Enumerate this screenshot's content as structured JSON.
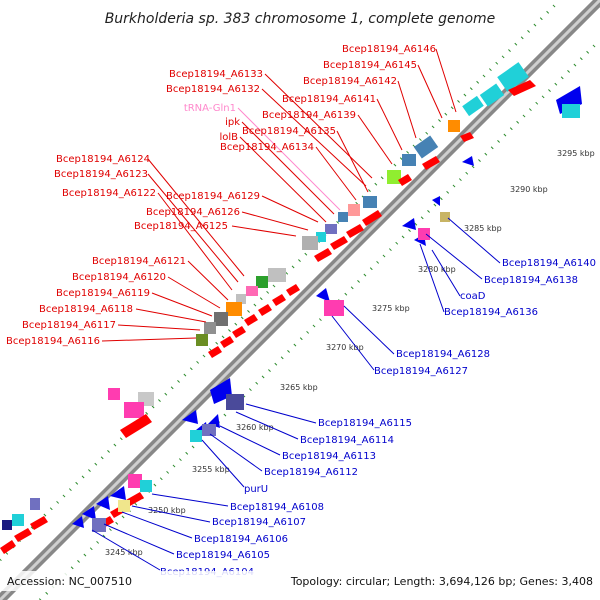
{
  "title": "Burkholderia sp. 383 chromosome 1, complete genome",
  "footer": {
    "accession": "Accession: NC_007510",
    "topology": "Topology: circular; Length: 3,694,126 bp; Genes: 3,408"
  },
  "colors": {
    "forward_label": "#e00000",
    "reverse_label": "#0000cc",
    "trna_label": "#ff88cc",
    "axis": "#888888",
    "dots": "#2a8a2a"
  },
  "kbp_ticks": [
    "3245 kbp",
    "3250 kbp",
    "3255 kbp",
    "3260 kbp",
    "3265 kbp",
    "3270 kbp",
    "3275 kbp",
    "3280 kbp",
    "3285 kbp",
    "3290 kbp",
    "3295 kbp"
  ],
  "forward_labels": [
    "Bcep18194_A6146",
    "Bcep18194_A6145",
    "Bcep18194_A6142",
    "Bcep18194_A6133",
    "Bcep18194_A6132",
    "Bcep18194_A6141",
    "Bcep18194_A6139",
    "tRNA-Gln1",
    "ipk",
    "Bcep18194_A6135",
    "lolB",
    "Bcep18194_A6134",
    "Bcep18194_A6124",
    "Bcep18194_A6123",
    "Bcep18194_A6122",
    "Bcep18194_A6129",
    "Bcep18194_A6126",
    "Bcep18194_A6125",
    "Bcep18194_A6121",
    "Bcep18194_A6120",
    "Bcep18194_A6119",
    "Bcep18194_A6118",
    "Bcep18194_A6117",
    "Bcep18194_A6116"
  ],
  "reverse_labels": [
    "Bcep18194_A6140",
    "Bcep18194_A6138",
    "coaD",
    "Bcep18194_A6136",
    "Bcep18194_A6128",
    "Bcep18194_A6127",
    "Bcep18194_A6115",
    "Bcep18194_A6114",
    "Bcep18194_A6113",
    "Bcep18194_A6112",
    "purU",
    "Bcep18194_A6108",
    "Bcep18194_A6107",
    "Bcep18194_A6106",
    "Bcep18194_A6105",
    "Bcep18194_A6104"
  ]
}
